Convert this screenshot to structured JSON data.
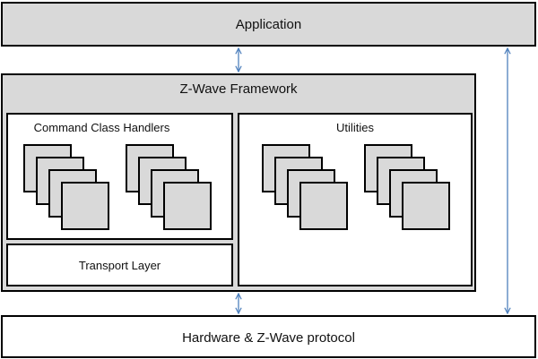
{
  "layers": {
    "application": "Application",
    "framework": "Z-Wave Framework",
    "command_class_handlers": "Command Class Handlers",
    "utilities": "Utilities",
    "transport_layer": "Transport Layer",
    "hardware": "Hardware & Z-Wave protocol"
  },
  "colors": {
    "box_fill": "#d9d9d9",
    "border": "#000000",
    "arrow": "#4f81bd"
  }
}
